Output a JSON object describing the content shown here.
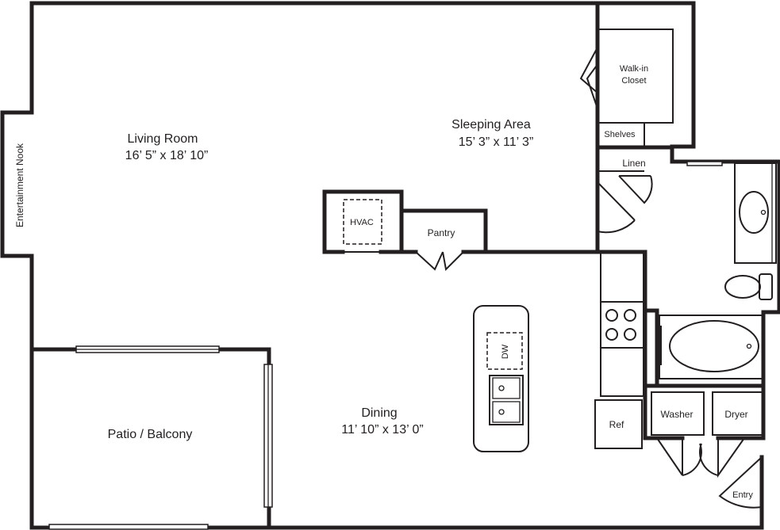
{
  "rooms": {
    "living_room": {
      "name": "Living Room",
      "dims": "16’ 5” x 18’ 10”"
    },
    "sleeping_area": {
      "name": "Sleeping Area",
      "dims": "15’ 3” x 11’ 3”"
    },
    "dining": {
      "name": "Dining",
      "dims": "11’ 10” x 13’ 0”"
    },
    "patio": {
      "name": "Patio / Balcony"
    },
    "entertainment_nook": {
      "name": "Entertainment Nook"
    },
    "walk_in_closet": {
      "line1": "Walk-in",
      "line2": "Closet"
    },
    "shelves": {
      "name": "Shelves"
    },
    "linen": {
      "name": "Linen"
    },
    "hvac": {
      "name": "HVAC"
    },
    "pantry": {
      "name": "Pantry"
    },
    "dishwasher": {
      "name": "DW"
    },
    "refrigerator": {
      "name": "Ref"
    },
    "washer": {
      "name": "Washer"
    },
    "dryer": {
      "name": "Dryer"
    },
    "entry": {
      "name": "Entry"
    }
  },
  "colors": {
    "wall": "#231f20",
    "background": "#ffffff"
  }
}
